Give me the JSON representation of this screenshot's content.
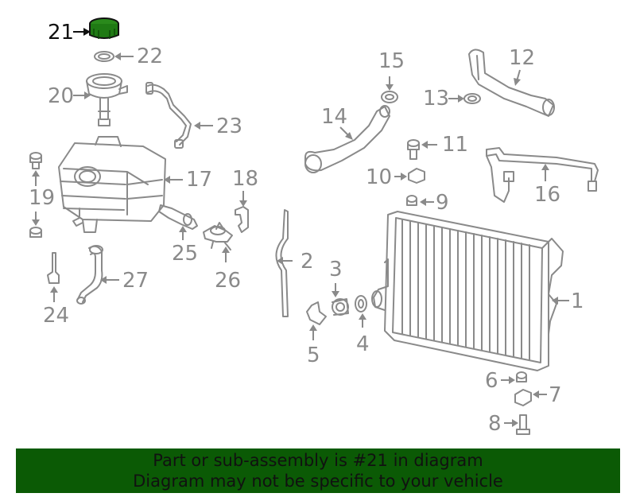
{
  "diagram": {
    "callouts": [
      {
        "id": "21",
        "label": "21",
        "highlighted": true
      },
      {
        "id": "22",
        "label": "22"
      },
      {
        "id": "20",
        "label": "20"
      },
      {
        "id": "23",
        "label": "23"
      },
      {
        "id": "19",
        "label": "19"
      },
      {
        "id": "17",
        "label": "17"
      },
      {
        "id": "18",
        "label": "18"
      },
      {
        "id": "25",
        "label": "25"
      },
      {
        "id": "26",
        "label": "26"
      },
      {
        "id": "24",
        "label": "24"
      },
      {
        "id": "27",
        "label": "27"
      },
      {
        "id": "15",
        "label": "15"
      },
      {
        "id": "12",
        "label": "12"
      },
      {
        "id": "13",
        "label": "13"
      },
      {
        "id": "14",
        "label": "14"
      },
      {
        "id": "11",
        "label": "11"
      },
      {
        "id": "10",
        "label": "10"
      },
      {
        "id": "16",
        "label": "16"
      },
      {
        "id": "9",
        "label": "9"
      },
      {
        "id": "2",
        "label": "2"
      },
      {
        "id": "3",
        "label": "3"
      },
      {
        "id": "1",
        "label": "1"
      },
      {
        "id": "5",
        "label": "5"
      },
      {
        "id": "4",
        "label": "4"
      },
      {
        "id": "6",
        "label": "6"
      },
      {
        "id": "7",
        "label": "7"
      },
      {
        "id": "8",
        "label": "8"
      }
    ],
    "colors": {
      "line": "#8a8a8a",
      "highlight_part": "#1f7a14",
      "highlight_label": "#111111"
    }
  },
  "footer": {
    "line1": "Part or sub-assembly is #21 in diagram",
    "line2": "Diagram may not be specific to your vehicle",
    "background": "#0b5a05"
  }
}
